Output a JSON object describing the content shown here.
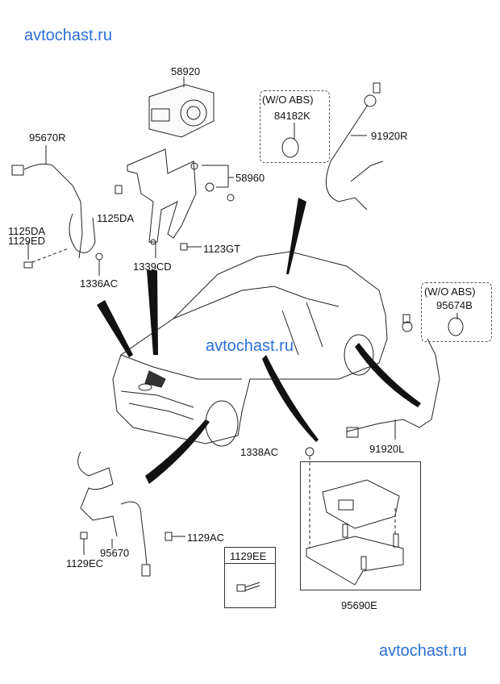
{
  "watermarks": [
    "avtochast.ru",
    "avtochast.ru",
    "avtochast.ru"
  ],
  "colors": {
    "watermark": "#2b6fd8",
    "line": "#222222"
  },
  "labels": {
    "hecu": "58920",
    "bracket": "58960",
    "front_right_sensor": "95670R",
    "rear_right_cable": "91920R",
    "bolt_bracket": "1125DA",
    "bolt_sensor_a": "1125DA",
    "bolt_sensor_b": "1129ED",
    "bolt_1123": "1123GT",
    "nut_1339": "1339CD",
    "nut_1336": "1336AC",
    "nut_1338": "1338AC",
    "rear_left_cable": "91920L",
    "front_left_sensor": "95670",
    "bolt_1129ac": "1129AC",
    "bolt_1129ec": "1129EC",
    "bolt_1129ee": "1129EE",
    "g_sensor": "95690E"
  },
  "option_boxes": [
    {
      "condition": "(W/O ABS)",
      "part": "84182K"
    },
    {
      "condition": "(W/O ABS)",
      "part": "95674B"
    }
  ]
}
